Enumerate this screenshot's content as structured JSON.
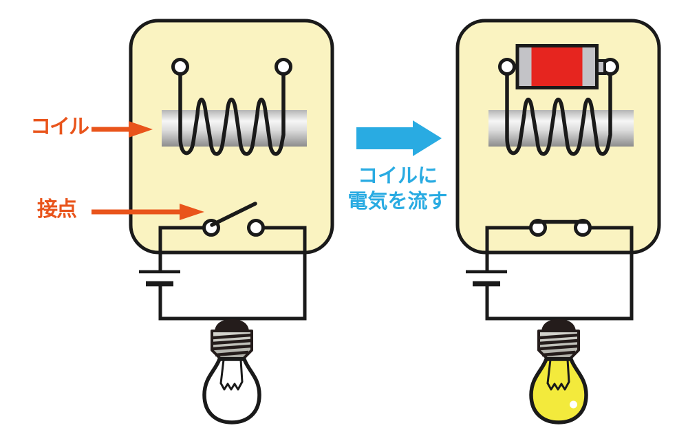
{
  "labels": {
    "coil": "コイル",
    "contact": "接点"
  },
  "transition": {
    "line1": "コイルに",
    "line2": "電気を流す"
  },
  "colors": {
    "panel_fill": "#FAF3C1",
    "outline": "#1A1A1A",
    "label_orange": "#E9541B",
    "arrow_blue": "#29ABE2",
    "battery_red": "#E6251F",
    "battery_gray": "#C3C3C7",
    "bulb_lit_yellow": "#F3EA3C",
    "bulb_off_white": "#FFFFFF"
  },
  "panels": {
    "left": {
      "switch_state": "open",
      "bulb_state": "off",
      "coil_power": "none"
    },
    "right": {
      "switch_state": "closed",
      "bulb_state": "lit",
      "coil_power": "battery"
    }
  }
}
